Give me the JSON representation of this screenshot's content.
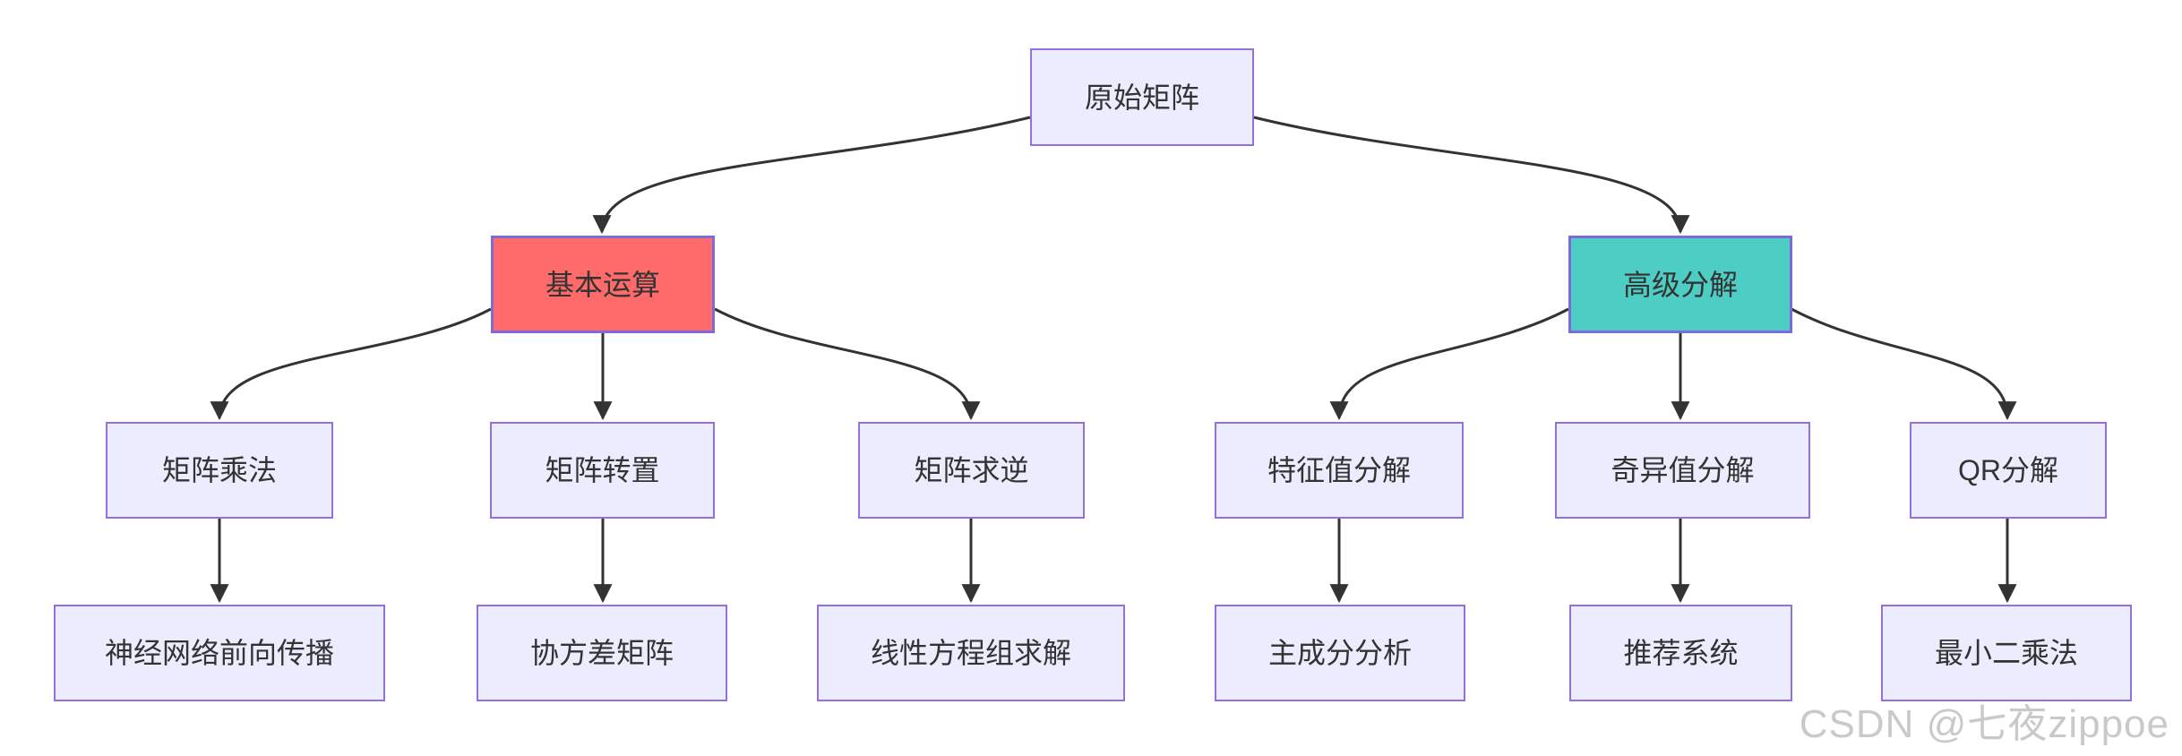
{
  "diagram": {
    "type": "flowchart",
    "direction": "top-down",
    "nodes": {
      "root": {
        "label": "原始矩阵",
        "fill": "#ECECFF"
      },
      "basic": {
        "label": "基本运算",
        "fill": "#FF6B6B"
      },
      "advanced": {
        "label": "高级分解",
        "fill": "#4ECDC4"
      },
      "matmul": {
        "label": "矩阵乘法",
        "fill": "#ECECFF"
      },
      "transpose": {
        "label": "矩阵转置",
        "fill": "#ECECFF"
      },
      "inverse": {
        "label": "矩阵求逆",
        "fill": "#ECECFF"
      },
      "eigen": {
        "label": "特征值分解",
        "fill": "#ECECFF"
      },
      "svd": {
        "label": "奇异值分解",
        "fill": "#ECECFF"
      },
      "qr": {
        "label": "QR分解",
        "fill": "#ECECFF"
      },
      "nn": {
        "label": "神经网络前向传播",
        "fill": "#ECECFF"
      },
      "covariance": {
        "label": "协方差矩阵",
        "fill": "#ECECFF"
      },
      "linear": {
        "label": "线性方程组求解",
        "fill": "#ECECFF"
      },
      "pca": {
        "label": "主成分分析",
        "fill": "#ECECFF"
      },
      "recommend": {
        "label": "推荐系统",
        "fill": "#ECECFF"
      },
      "lsq": {
        "label": "最小二乘法",
        "fill": "#ECECFF"
      }
    },
    "edges": [
      {
        "from": "root",
        "to": "basic"
      },
      {
        "from": "root",
        "to": "advanced"
      },
      {
        "from": "basic",
        "to": "matmul"
      },
      {
        "from": "basic",
        "to": "transpose"
      },
      {
        "from": "basic",
        "to": "inverse"
      },
      {
        "from": "advanced",
        "to": "eigen"
      },
      {
        "from": "advanced",
        "to": "svd"
      },
      {
        "from": "advanced",
        "to": "qr"
      },
      {
        "from": "matmul",
        "to": "nn"
      },
      {
        "from": "transpose",
        "to": "covariance"
      },
      {
        "from": "inverse",
        "to": "linear"
      },
      {
        "from": "eigen",
        "to": "pca"
      },
      {
        "from": "svd",
        "to": "recommend"
      },
      {
        "from": "qr",
        "to": "lsq"
      }
    ],
    "colors": {
      "default_node_fill": "#ECECFF",
      "default_node_border": "#9370DB",
      "highlight_red_fill": "#FF6B6B",
      "highlight_teal_fill": "#4ECDC4",
      "highlight_border": "#7E6BDB",
      "edge_stroke": "#333333",
      "label_text": "#333333",
      "background": "#FFFFFF"
    }
  },
  "watermark": {
    "text": "CSDN @七夜zippoe",
    "color": "#C9C9C9"
  }
}
